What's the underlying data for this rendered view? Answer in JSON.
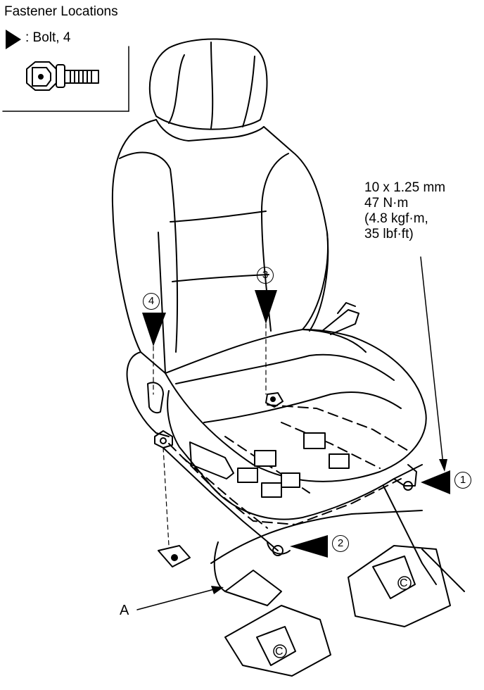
{
  "legend": {
    "title": "Fastener Locations",
    "bolt_label": ": Bolt, 4"
  },
  "spec": {
    "line1": "10 x 1.25 mm",
    "line2": "47 N·m",
    "line3": "(4.8 kgf·m,",
    "line4": "35 lbf·ft)"
  },
  "callouts": {
    "c1": "1",
    "c2": "2",
    "c3": "3",
    "c4": "4"
  },
  "labels": {
    "a": "A",
    "c_front": "C",
    "c_rear": "C"
  }
}
